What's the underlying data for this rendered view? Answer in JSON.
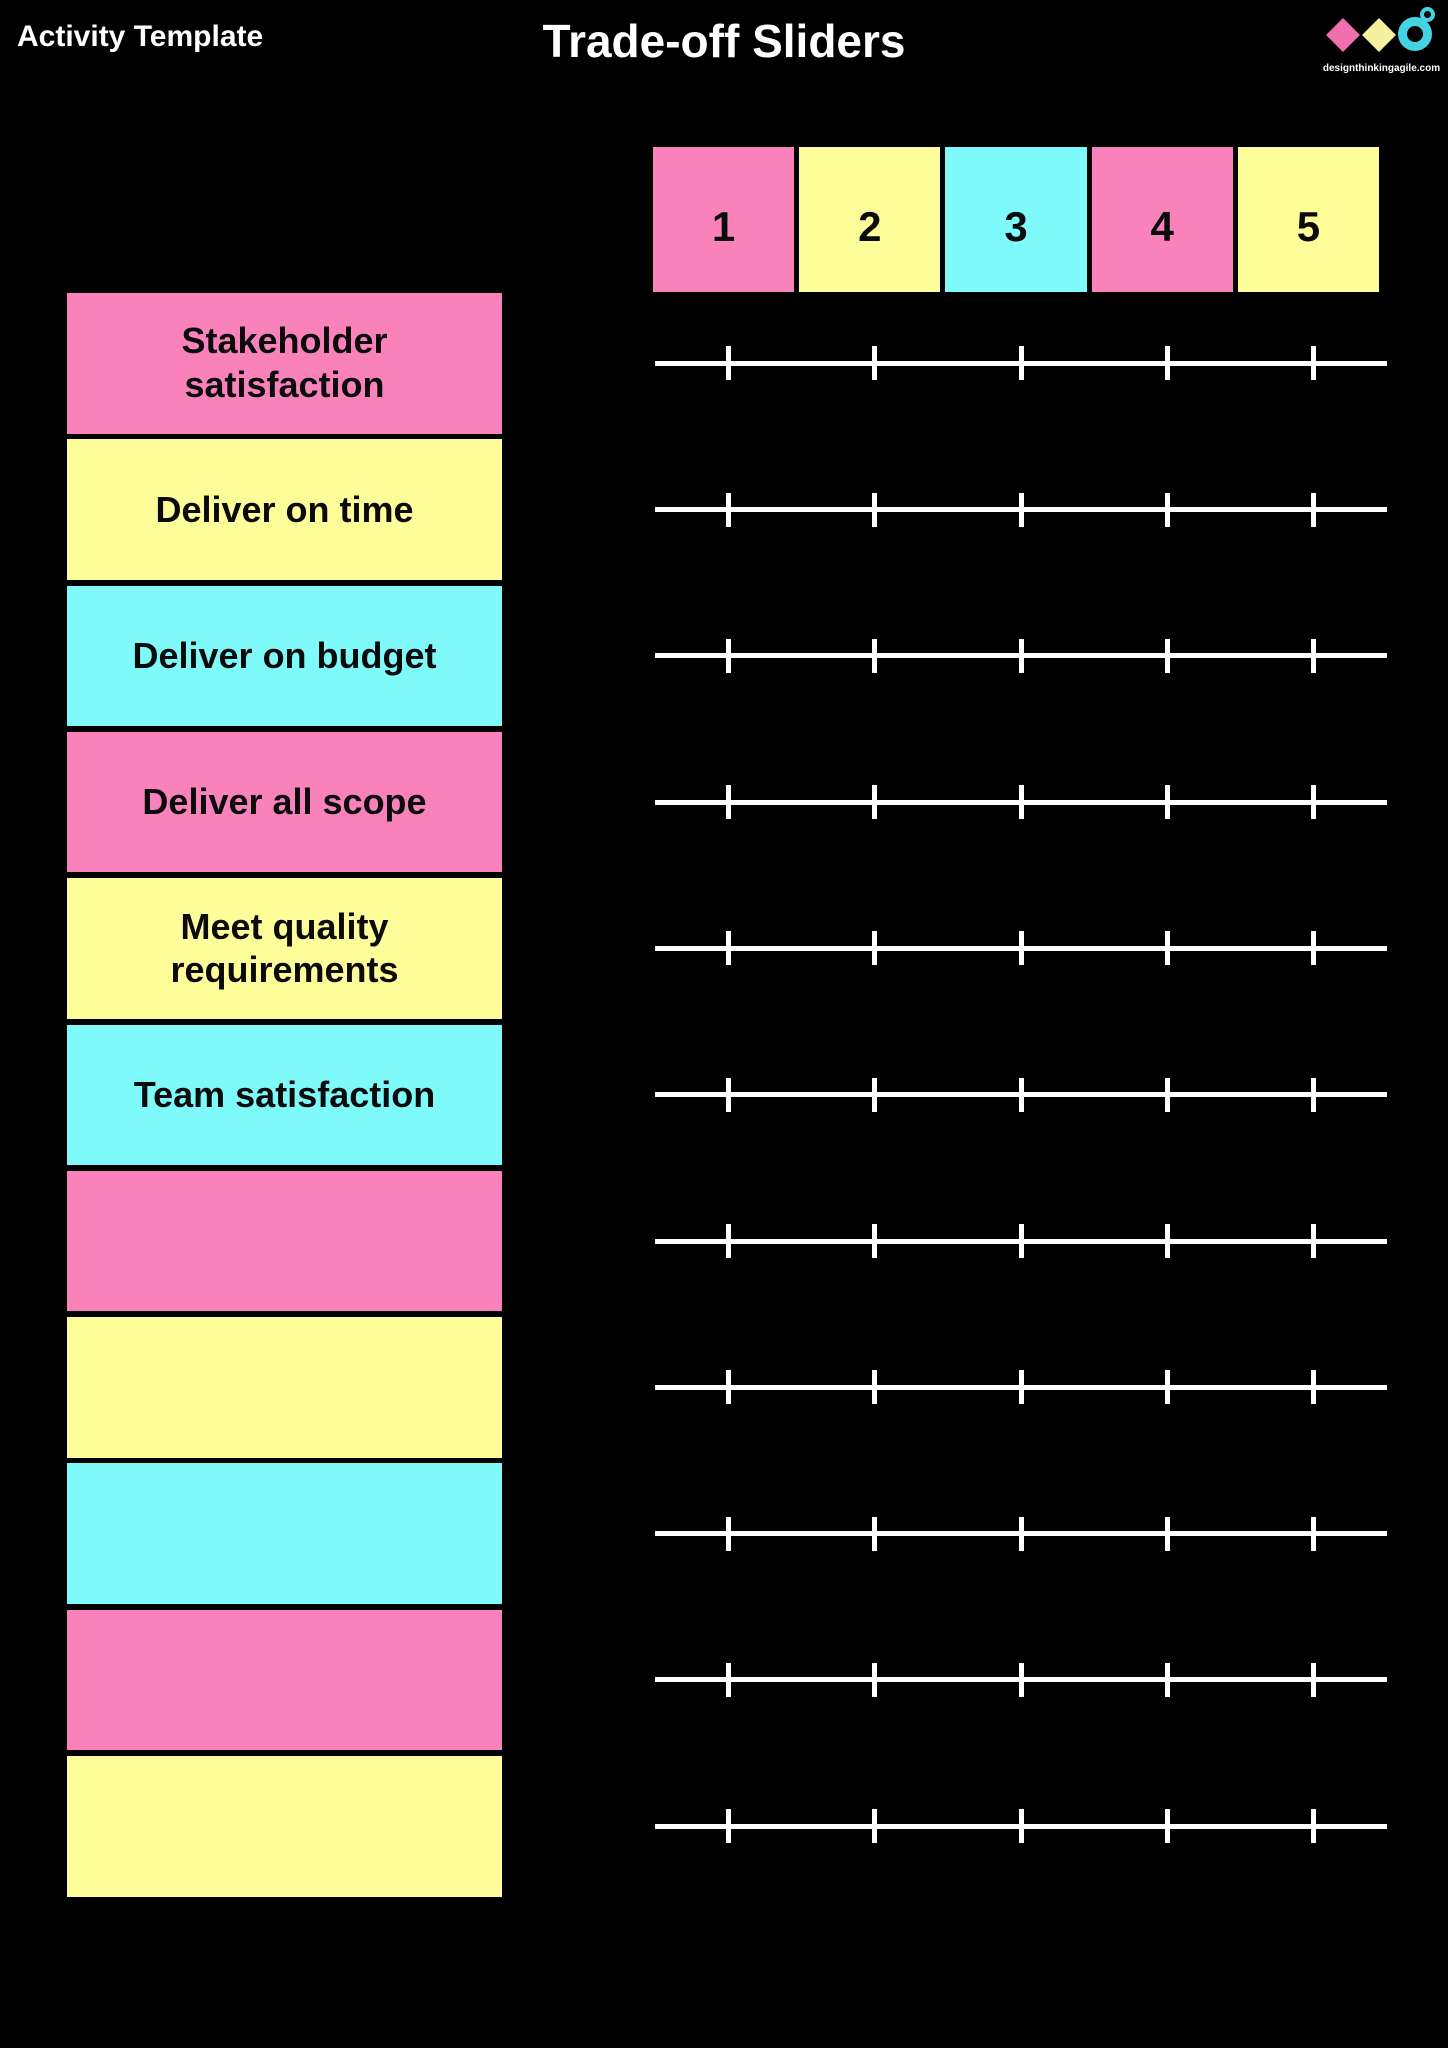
{
  "header": {
    "template_label": "Activity Template",
    "title": "Trade-off Sliders"
  },
  "logo": {
    "site": "designthinkingagile.com",
    "diamond_pink": "#f06fae",
    "diamond_yellow": "#f5f0a0",
    "ring_cyan": "#44d3e3"
  },
  "scale": {
    "columns": [
      {
        "label": "1",
        "color": "#fa82ba"
      },
      {
        "label": "2",
        "color": "#fdfd9a"
      },
      {
        "label": "3",
        "color": "#7efafb"
      },
      {
        "label": "4",
        "color": "#fa82ba"
      },
      {
        "label": "5",
        "color": "#fdfd9a"
      }
    ]
  },
  "criteria": [
    {
      "label": "Stakeholder satisfaction",
      "color": "#fa82ba"
    },
    {
      "label": "Deliver on time",
      "color": "#fdfd9a"
    },
    {
      "label": "Deliver on budget",
      "color": "#7efafb"
    },
    {
      "label": "Deliver all scope",
      "color": "#fa82ba"
    },
    {
      "label": "Meet quality requirements",
      "color": "#fdfd9a"
    },
    {
      "label": "Team satisfaction",
      "color": "#7efafb"
    },
    {
      "label": "",
      "color": "#fa82ba"
    },
    {
      "label": "",
      "color": "#fdfd9a"
    },
    {
      "label": "",
      "color": "#7efafb"
    },
    {
      "label": "",
      "color": "#fa82ba"
    },
    {
      "label": "",
      "color": "#fdfd9a"
    }
  ],
  "slider": {
    "tick_positions_percent": [
      10,
      30,
      50,
      70,
      90
    ],
    "line_color": "#ffffff"
  },
  "colors": {
    "background": "#000000",
    "heading_text": "#ffffff",
    "card_text": "#0b0b0b"
  }
}
